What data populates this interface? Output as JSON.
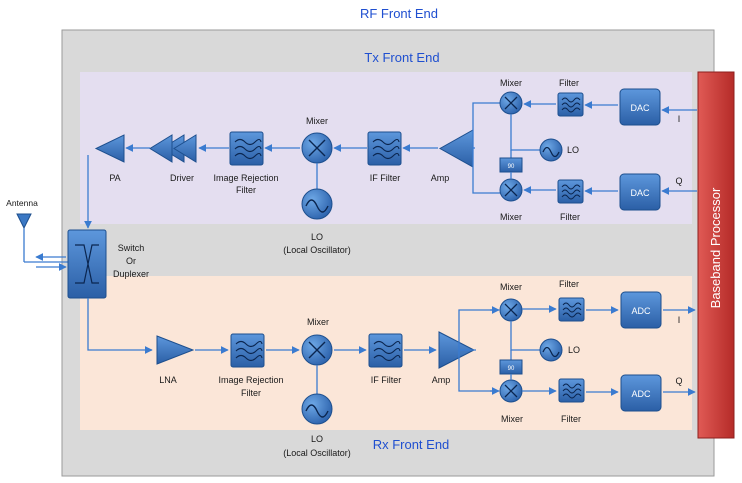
{
  "titles": {
    "rf_front_end": "RF Front End",
    "tx_front_end": "Tx Front End",
    "rx_front_end": "Rx Front End",
    "baseband_processor": "Baseband Processor"
  },
  "antenna": {
    "label": "Antenna"
  },
  "switch": {
    "line1": "Switch",
    "line2": "Or",
    "line3": "Duplexer"
  },
  "tx": {
    "pa": "PA",
    "driver": "Driver",
    "image_rejection_line1": "Image Rejection",
    "image_rejection_line2": "Filter",
    "mixer_main": "Mixer",
    "lo_line1": "LO",
    "lo_line2": "(Local Oscillator)",
    "if_filter": "IF Filter",
    "amp": "Amp",
    "mixer_i": "Mixer",
    "filter_i": "Filter",
    "dac_i": "DAC",
    "signal_i": "I",
    "lo_iq": "LO",
    "phase_shift": "90",
    "mixer_q": "Mixer",
    "filter_q": "Filter",
    "dac_q": "DAC",
    "signal_q": "Q"
  },
  "rx": {
    "lna": "LNA",
    "image_rejection_line1": "Image Rejection",
    "image_rejection_line2": "Filter",
    "mixer_main": "Mixer",
    "lo_line1": "LO",
    "lo_line2": "(Local Oscillator)",
    "if_filter": "IF Filter",
    "amp": "Amp",
    "mixer_i": "Mixer",
    "filter_i": "Filter",
    "adc_i": "ADC",
    "signal_i": "I",
    "lo_iq": "LO",
    "phase_shift": "90",
    "mixer_q": "Mixer",
    "filter_q": "Filter",
    "adc_q": "ADC",
    "signal_q": "Q"
  },
  "colors": {
    "frame_fill": "#d9d9d9",
    "tx_band_fill": "#e4def0",
    "rx_band_fill": "#fbe6d8",
    "block_blue": "#3b78c4",
    "wire_blue": "#3a7bd0",
    "baseband_red": "#c93a37",
    "title_blue": "#1f4fd0"
  }
}
